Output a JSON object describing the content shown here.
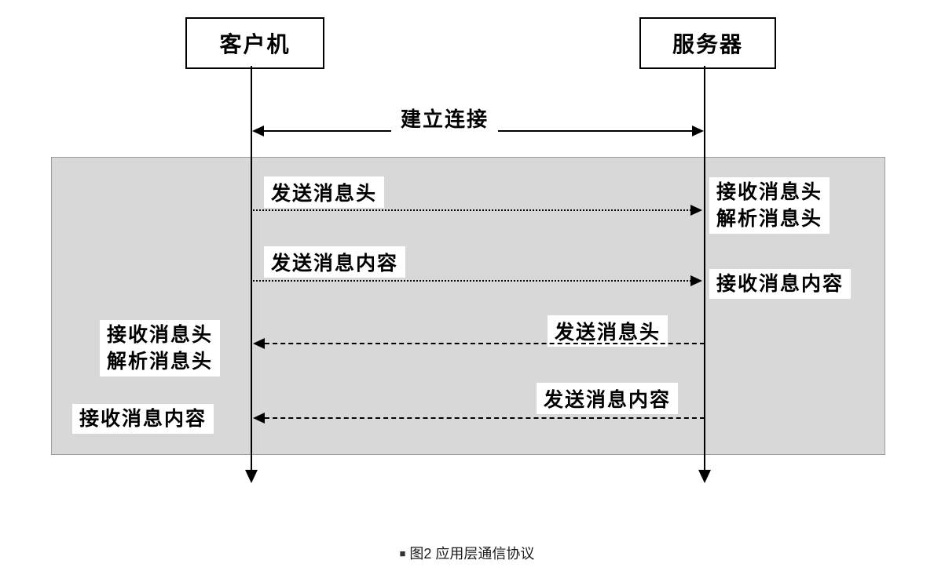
{
  "diagram": {
    "client": {
      "label": "客户机"
    },
    "server": {
      "label": "服务器"
    },
    "connection": {
      "label": "建立连接",
      "style": "solid-double-arrow"
    },
    "messages": [
      {
        "direction": "client-to-server",
        "line_style": "dotted",
        "send": "发送消息头",
        "receive": [
          "接收消息头",
          "解析消息头"
        ]
      },
      {
        "direction": "client-to-server",
        "line_style": "dotted",
        "send": "发送消息内容",
        "receive": [
          "接收消息内容"
        ]
      },
      {
        "direction": "server-to-client",
        "line_style": "dashed",
        "send": "发送消息头",
        "receive": [
          "接收消息头",
          "解析消息头"
        ]
      },
      {
        "direction": "server-to-client",
        "line_style": "dashed",
        "send": "发送消息内容",
        "receive": [
          "接收消息内容"
        ]
      }
    ],
    "caption": {
      "bullet": "■",
      "text": "图2 应用层通信协议"
    }
  },
  "colors": {
    "page_bg": "#ffffff",
    "panel_bg": "#d8d8d8",
    "panel_border": "#9c9c9c",
    "line": "#000000",
    "text": "#000000",
    "caption_text": "#1c1c1c"
  }
}
